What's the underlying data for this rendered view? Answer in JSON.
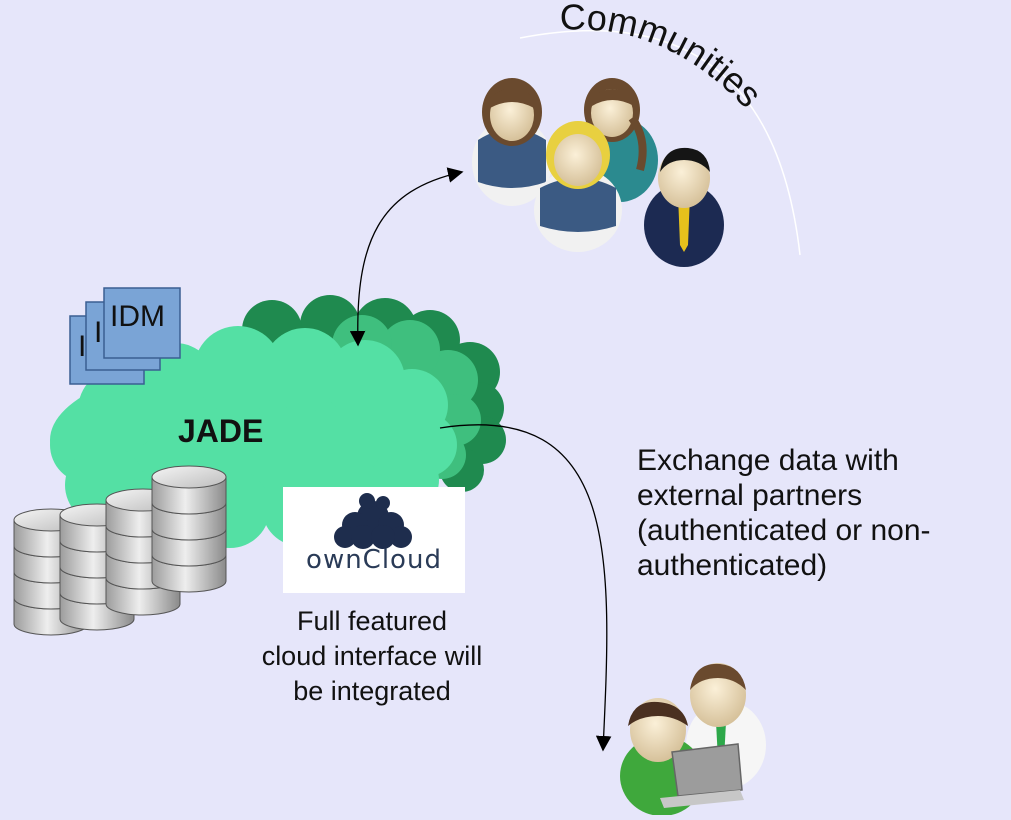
{
  "cloud": {
    "label": "JADE",
    "color": "#54e0a4",
    "shade": "#1f8a4f"
  },
  "idm": {
    "front_label": "IDM",
    "back_label_1": "I",
    "back_label_2": "I",
    "color": "#7aa4d6"
  },
  "communities": {
    "label": "Communities"
  },
  "owncloud": {
    "logo_text": "ownCloud"
  },
  "notes": {
    "cloud_interface": [
      "Full featured",
      "cloud interface will",
      "be integrated"
    ],
    "external_partners": [
      "Exchange data with",
      "external partners",
      "(authenticated or non-",
      "authenticated)"
    ]
  },
  "icons": [
    "cloud-icon",
    "database-stack-icon",
    "document-stack-icon",
    "people-group-icon",
    "user-pair-laptop-icon",
    "owncloud-logo-icon"
  ]
}
